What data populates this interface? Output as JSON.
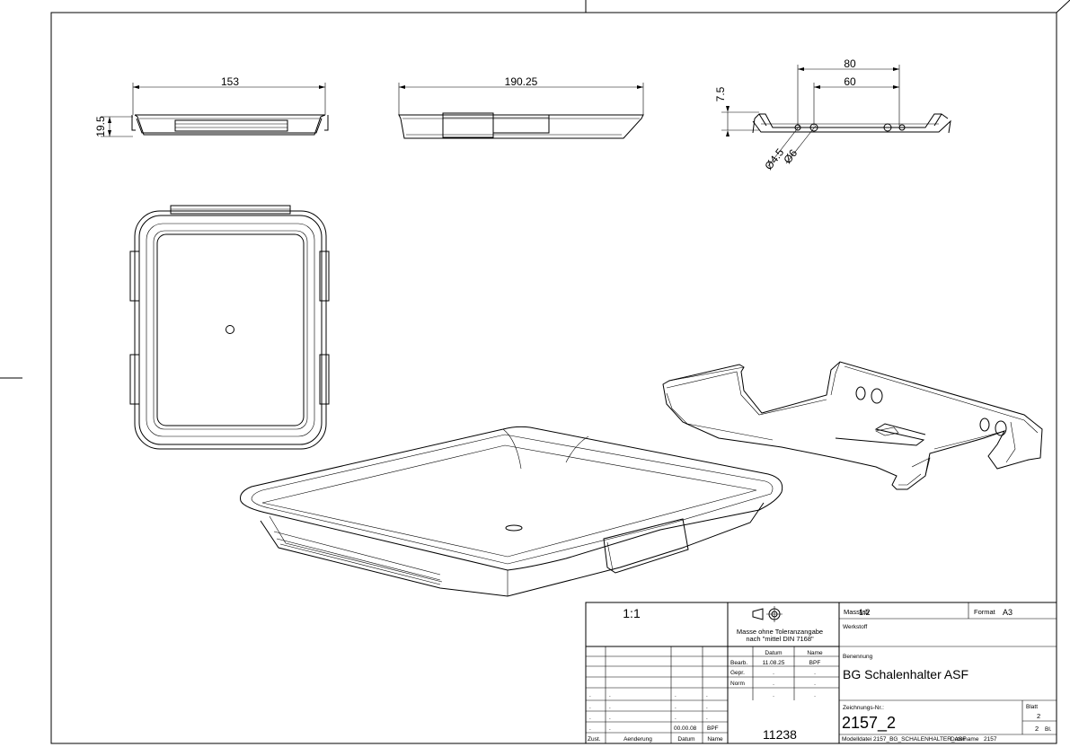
{
  "dimensions": {
    "side_width": "153",
    "side_height": "19.5",
    "front_width": "190.25",
    "holder_outer": "80",
    "holder_inner": "60",
    "holder_height": "7.5",
    "hole_small": "Ø4.5",
    "hole_large": "Ø6"
  },
  "title_block": {
    "scale_text": "1:1",
    "tolerance_note_1": "Masse ohne Toleranzangabe",
    "tolerance_note_2": "nach \"mittel DIN 7168\"",
    "massstab_label": "Masstab",
    "massstab_value": "1:2",
    "format_label": "Format",
    "format_value": "A3",
    "werkstoff_label": "Werkstoff",
    "benennung_label": "Benennung",
    "benennung_value": "BG Schalenhalter ASF",
    "datum_header": "Datum",
    "name_header": "Name",
    "bearb_label": "Bearb.",
    "bearb_date": "11.08.25",
    "bearb_name": "BPF",
    "gepr_label": "Gepr.",
    "norm_label": "Norm",
    "dot": ".",
    "rev_date": "00.00.08",
    "rev_name": "BPF",
    "zust_label": "Zust.",
    "aenderung_label": "Aenderung",
    "datum_footer": "Datum",
    "name_footer": "Name",
    "project_number": "11238",
    "zeichnungs_label": "Zeichnungs-Nr.:",
    "zeichnungs_value": "2157_2",
    "blatt_label": "Blatt",
    "blatt_value": "2",
    "blatt_total": "2",
    "blatt_unit": "Bl.",
    "modell_label": "Modelldatei",
    "modell_value": "2157_BG_SCHALENHALTER_ASF",
    "dateiname_label": "Dateiname",
    "dateiname_value": "2157"
  }
}
